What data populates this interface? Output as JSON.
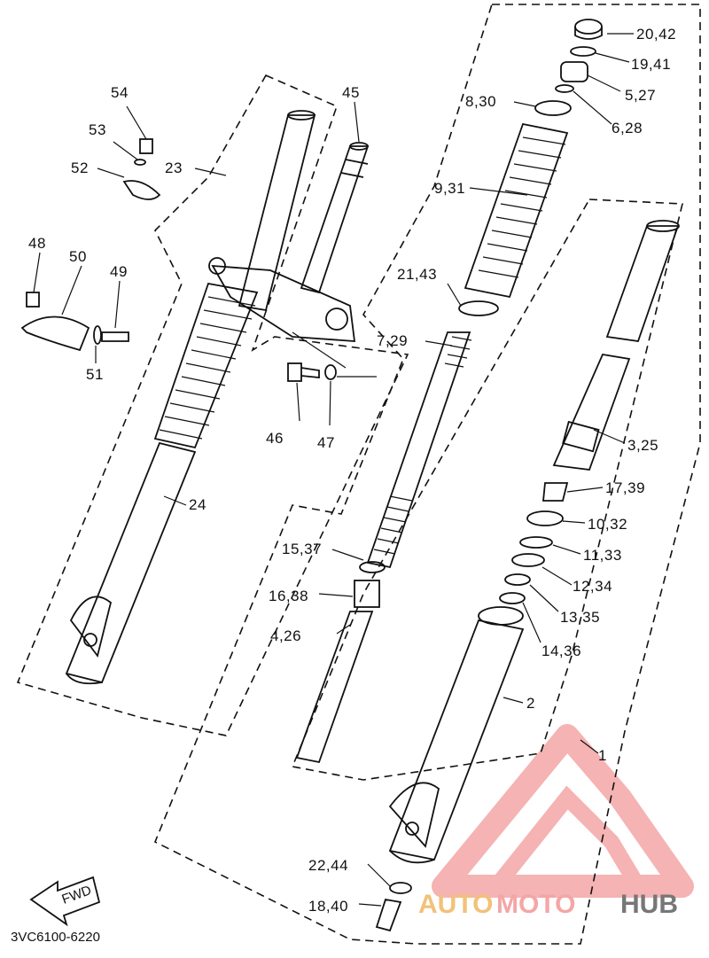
{
  "parts": {
    "p20_42": "20,42",
    "p19_41": "19,41",
    "p5_27": "5,27",
    "p8_30": "8,30",
    "p6_28": "6,28",
    "p9_31": "9,31",
    "p21_43": "21,43",
    "p7_29": "7,29",
    "p3_25": "3,25",
    "p17_39": "17,39",
    "p10_32": "10,32",
    "p11_33": "11,33",
    "p12_34": "12,34",
    "p13_35": "13,35",
    "p14_36": "14,36",
    "p15_37": "15,37",
    "p16_38": "16,38",
    "p4_26": "4,26",
    "p2": "2",
    "p1": "1",
    "p22_44": "22,44",
    "p18_40": "18,40",
    "p54": "54",
    "p53": "53",
    "p52": "52",
    "p23": "23",
    "p45": "45",
    "p48": "48",
    "p50": "50",
    "p49": "49",
    "p51": "51",
    "p46": "46",
    "p47": "47",
    "p24": "24"
  },
  "fwd_label": "FWD",
  "diagram_code": "3VC6100-6220",
  "watermark": {
    "part1": "AUTO",
    "part2": "MOTO",
    "part3": "HUB",
    "color_primary": "#f4a6a6",
    "color_secondary": "#f2c17a",
    "color_dark": "#777777"
  }
}
